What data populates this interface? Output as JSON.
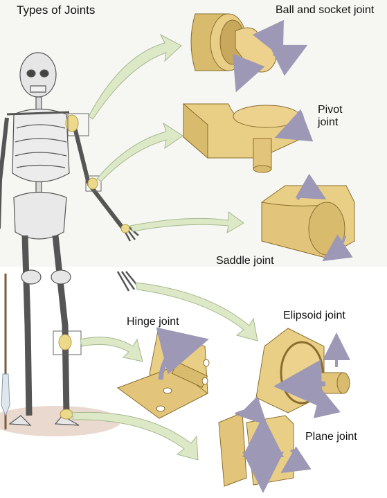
{
  "title": "Types of Joints",
  "joints": {
    "ball_and_socket": "Ball and socket joint",
    "pivot": "Pivot joint",
    "saddle": "Saddle joint",
    "hinge": "Hinge joint",
    "ellipsoid": "Elipsoid joint",
    "plane": "Plane joint"
  },
  "colors": {
    "wood": "#e9cf86",
    "wood_dark": "#c8a85c",
    "arrow": "#dce8c6",
    "motion_arrow": "#b9b4cc",
    "bone": "#e6e6e6",
    "joint_highlight": "#ecd98a"
  }
}
